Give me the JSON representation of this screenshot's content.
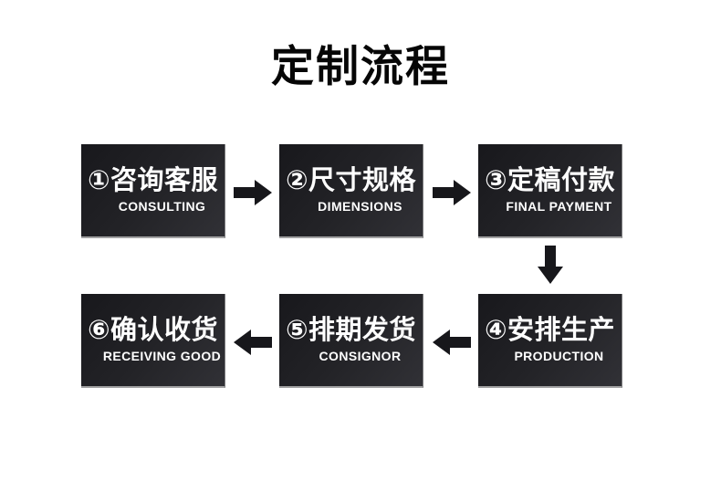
{
  "title": "定制流程",
  "colors": {
    "background": "#ffffff",
    "box_gradient_from": "#18181c",
    "box_gradient_to": "#313136",
    "box_edge": "#c3c3c3",
    "box_text": "#ffffff",
    "arrow": "#17171b",
    "title_text": "#060606"
  },
  "steps": [
    {
      "label": "①咨询客服",
      "sublabel": "CONSULTING"
    },
    {
      "label": "②尺寸规格",
      "sublabel": "DIMENSIONS"
    },
    {
      "label": "③定稿付款",
      "sublabel": "FINAL PAYMENT"
    },
    {
      "label": "④安排生产",
      "sublabel": "PRODUCTION"
    },
    {
      "label": "⑤排期发货",
      "sublabel": "CONSIGNOR"
    },
    {
      "label": "⑥确认收货",
      "sublabel": "RECEIVING GOOD"
    }
  ],
  "flow": {
    "arrows": [
      "right",
      "right",
      "down",
      "left",
      "left"
    ],
    "order": "1→2→3↓4←5←6 (top row left-to-right, then bottom row right-to-left)"
  }
}
